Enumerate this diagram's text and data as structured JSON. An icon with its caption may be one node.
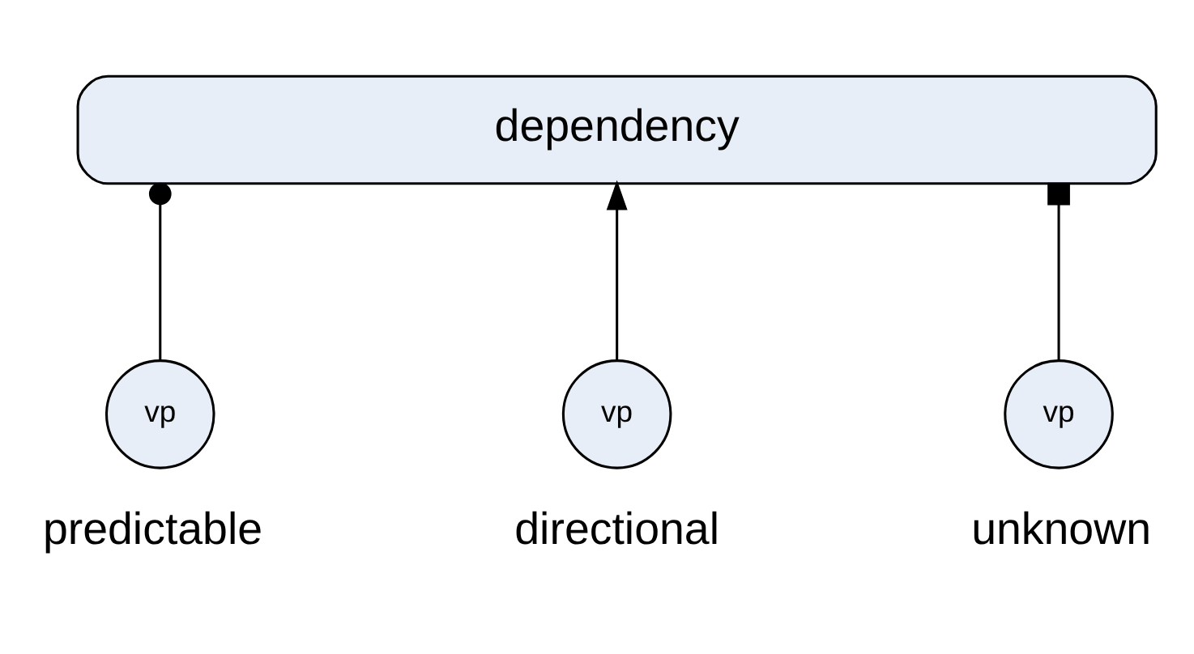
{
  "diagram": {
    "nodes": [
      {
        "text": [
          "dependency"
        ]
      },
      {
        "text": [
          "vp"
        ],
        "beside": [
          "predictable"
        ]
      },
      {
        "text": [
          "vp"
        ],
        "beside": [
          "directional"
        ]
      },
      {
        "text": [
          "vp"
        ],
        "beside": [
          "unknown"
        ]
      }
    ],
    "edges": [
      {
        "from": 1,
        "to": 0,
        "arrow": "other"
      },
      {
        "from": 2,
        "to": 0,
        "arrow": "to"
      },
      {
        "from": 3,
        "to": 0,
        "arrow": "other"
      }
    ]
  }
}
